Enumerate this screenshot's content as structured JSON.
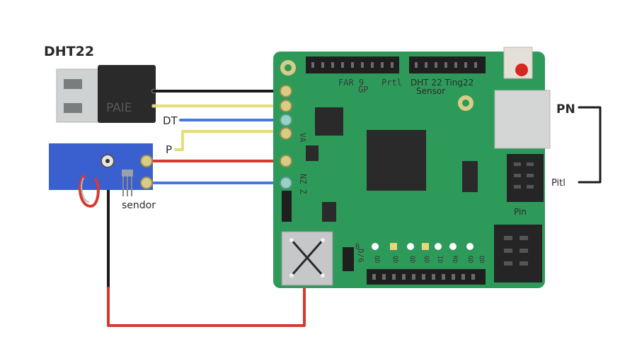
{
  "diagram": {
    "title": "DHT22",
    "sensor_module_label": "PAIE",
    "wire_labels": {
      "dt": "DT",
      "p": "P"
    },
    "blue_module_label": "sendor",
    "board": {
      "header_text_1": "FAR 9",
      "header_text_2": "GP",
      "header_text_3": "Prtl",
      "header_text_4": "DHT 22  Ting22",
      "header_text_5": "Sensor",
      "side_text_1": "VA",
      "side_text_2": "NZ Z",
      "bottom_text_1": "B",
      "bottom_text_2": "D/6",
      "bottom_text_3": "QD",
      "bottom_text_4": "QD",
      "bottom_text_5": "QD",
      "bottom_text_6": "QD",
      "bottom_text_7": "ID",
      "bottom_text_8": "RD",
      "bottom_text_9": "QD",
      "bottom_text_10": "QD",
      "right_label": "Pin"
    },
    "right_labels": {
      "pn": "PN",
      "pitl": "Pitl"
    },
    "colors": {
      "board": "#2e9a5a",
      "blue_module": "#3a5fcf",
      "wire_red": "#d63a2f",
      "wire_blue": "#4778d8",
      "wire_yellow": "#e4dd7a",
      "wire_black": "#1b1b1b"
    }
  }
}
